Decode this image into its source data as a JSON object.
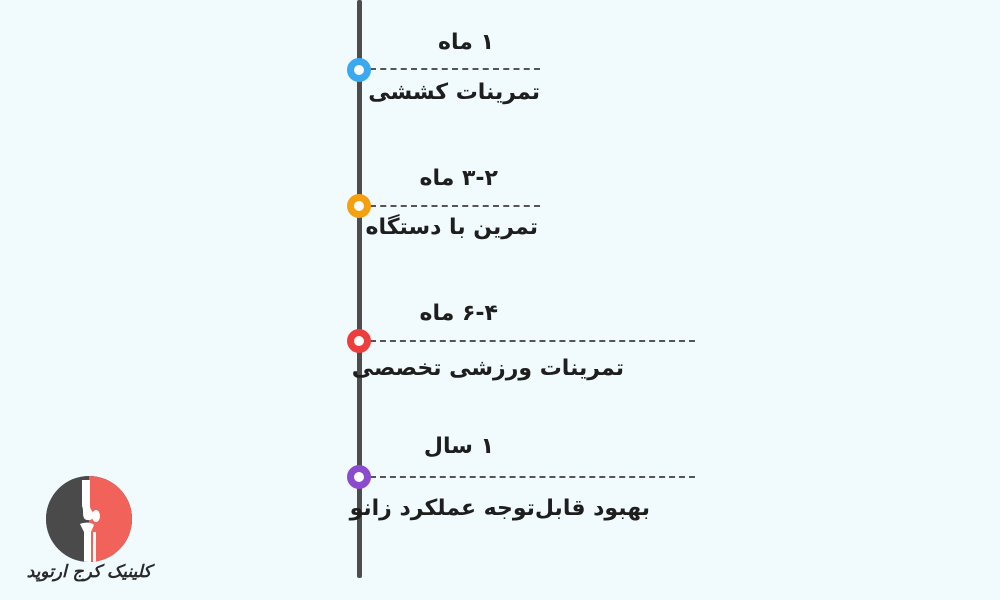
{
  "timeline": {
    "stages": [
      {
        "period": "۱ ماه",
        "label": "تمرینات کششی",
        "color": "#3aa9ef"
      },
      {
        "period": "۳-۲ ماه",
        "label": "تمرین با دستگاه",
        "color": "#f5a00f"
      },
      {
        "period": "۶-۴ ماه",
        "label": "تمرینات ورزشی تخصصی",
        "color": "#ee3d3d"
      },
      {
        "period": "۱ سال",
        "label": "بهبود قابل‌توجه عملکرد زانو",
        "color": "#8a4bcf"
      }
    ]
  },
  "logo": {
    "caption": "کلینیک کرج ارتوپد",
    "colors": {
      "dark": "#4a4a4a",
      "accent": "#f0625a",
      "bone": "#ffffff"
    }
  }
}
